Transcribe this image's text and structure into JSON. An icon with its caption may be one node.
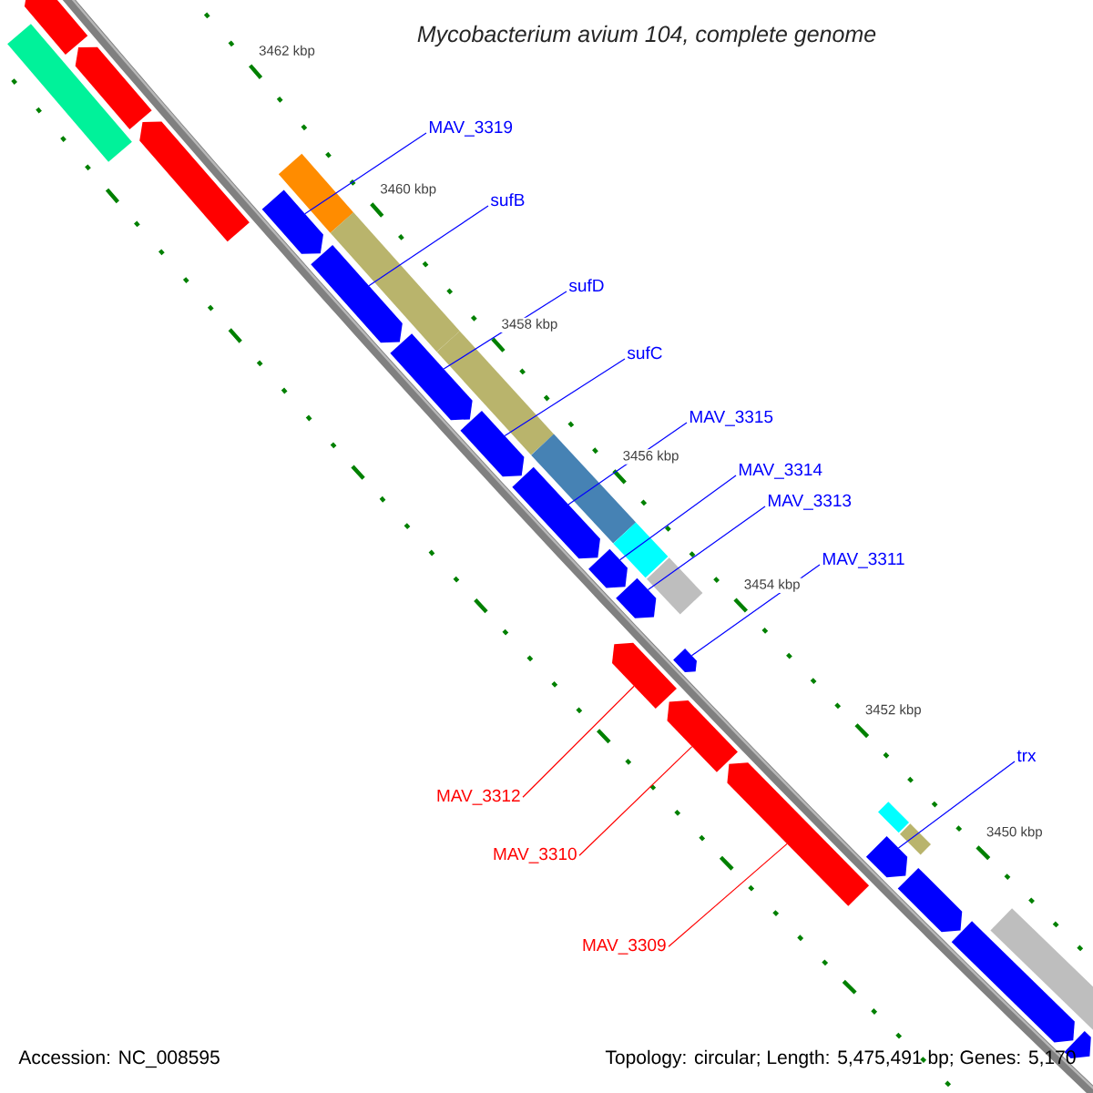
{
  "diagram": {
    "title": "Mycobacterium avium 104, complete genome",
    "nodes": [
      {
        "text": [
          "MAV_3319"
        ]
      },
      {
        "text": [
          "sufB"
        ]
      },
      {
        "text": [
          "sufD"
        ]
      },
      {
        "text": [
          "sufC"
        ]
      },
      {
        "text": [
          "MAV_3315"
        ]
      },
      {
        "text": [
          "MAV_3314"
        ]
      },
      {
        "text": [
          "MAV_3313"
        ]
      },
      {
        "text": [
          "MAV_3311"
        ]
      },
      {
        "text": [
          "trx"
        ]
      },
      {
        "text": [
          "MAV_3312"
        ]
      },
      {
        "text": [
          "MAV_3310"
        ]
      },
      {
        "text": [
          "MAV_3309"
        ]
      },
      {
        "text": [],
        "shape": "arrow"
      },
      {
        "text": [],
        "shape": "arrow"
      },
      {
        "text": [],
        "shape": "arrow"
      },
      {
        "text": [],
        "shape": "arrow"
      },
      {
        "text": [],
        "shape": "arrow"
      },
      {
        "text": [],
        "shape": "arrow"
      },
      {
        "text": [],
        "shape": "arrow"
      },
      {
        "text": [],
        "shape": "arrow"
      },
      {
        "text": [],
        "shape": "arrow"
      },
      {
        "text": [],
        "shape": "arrow"
      },
      {
        "text": [],
        "shape": "arrow"
      },
      {
        "text": [],
        "shape": "arrow"
      },
      {
        "text": [],
        "shape": "arrow"
      },
      {
        "text": [],
        "shape": "arrow"
      },
      {
        "text": [],
        "shape": "arrow"
      },
      {
        "text": [],
        "shape": "arrow"
      },
      {
        "text": [],
        "shape": "arrow"
      },
      {
        "text": [],
        "shape": "arrow"
      },
      {
        "text": [],
        "shape": "box"
      },
      {
        "text": [],
        "shape": "box"
      },
      {
        "text": [],
        "shape": "box"
      },
      {
        "text": [],
        "shape": "box"
      },
      {
        "text": [],
        "shape": "box"
      },
      {
        "text": [],
        "shape": "box"
      },
      {
        "text": [],
        "shape": "box"
      },
      {
        "text": [],
        "shape": "box"
      },
      {
        "text": [],
        "shape": "box"
      },
      {
        "text": [],
        "shape": "box"
      }
    ],
    "edges": [
      {
        "from": 0,
        "to": 12,
        "arrow": "none"
      },
      {
        "from": 1,
        "to": 13,
        "arrow": "none"
      },
      {
        "from": 2,
        "to": 14,
        "arrow": "none"
      },
      {
        "from": 3,
        "to": 15,
        "arrow": "none"
      },
      {
        "from": 4,
        "to": 16,
        "arrow": "none"
      },
      {
        "from": 5,
        "to": 17,
        "arrow": "none"
      },
      {
        "from": 6,
        "to": 18,
        "arrow": "none"
      },
      {
        "from": 7,
        "to": 19,
        "arrow": "none"
      },
      {
        "from": 8,
        "to": 20,
        "arrow": "none"
      },
      {
        "from": 9,
        "to": 21,
        "arrow": "none",
        "color": "#ff0000"
      },
      {
        "from": 10,
        "to": 22,
        "arrow": "none",
        "color": "#ff0000"
      },
      {
        "from": 11,
        "to": 23,
        "arrow": "none",
        "color": "#ff0000"
      }
    ],
    "labels": [
      "3462 kbp",
      "3460 kbp",
      "3458 kbp",
      "3456 kbp",
      "3454 kbp",
      "3452 kbp",
      "3450 kbp",
      "Accession: NC_008595",
      "Topology: circular; Length: 5,475,491 bp; Genes: 5,170"
    ]
  }
}
